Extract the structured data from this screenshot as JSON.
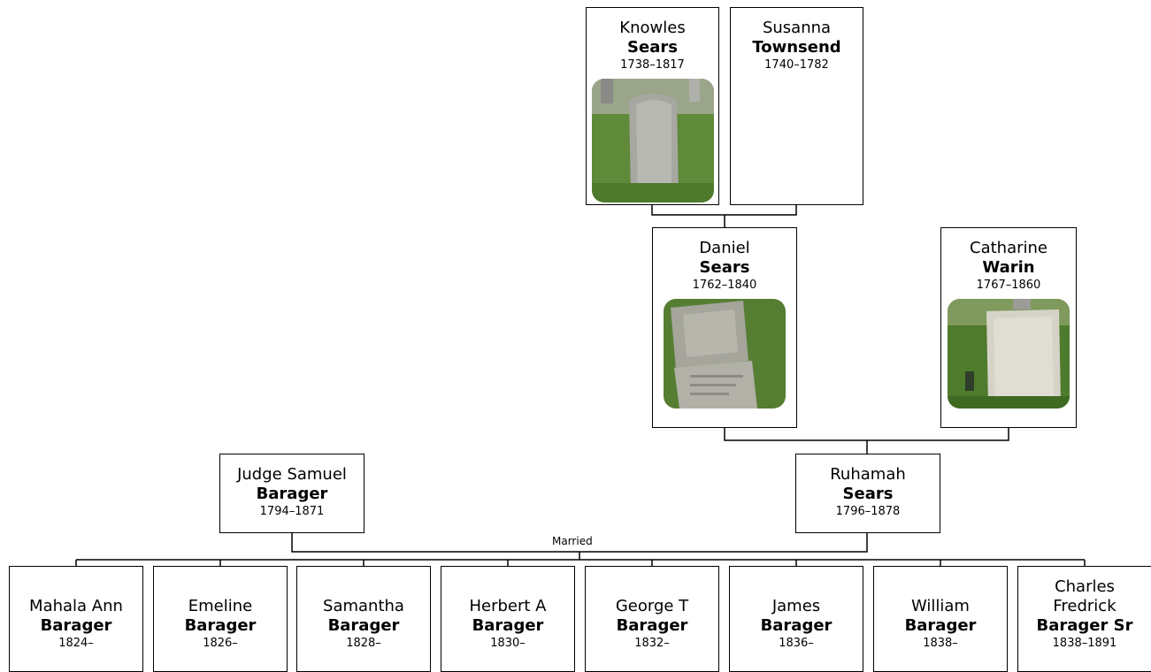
{
  "people": {
    "knowles": {
      "given": "Knowles",
      "surname": "Sears",
      "dates": "1738–1817"
    },
    "susanna": {
      "given": "Susanna",
      "surname": "Townsend",
      "dates": "1740–1782"
    },
    "daniel": {
      "given": "Daniel",
      "surname": "Sears",
      "dates": "1762–1840"
    },
    "catharine": {
      "given": "Catharine",
      "surname": "Warin",
      "dates": "1767–1860"
    },
    "samuel": {
      "given": "Judge Samuel",
      "surname": "Barager",
      "dates": "1794–1871"
    },
    "ruhamah": {
      "given": "Ruhamah",
      "surname": "Sears",
      "dates": "1796–1878"
    }
  },
  "marriage_label": "Married",
  "children": [
    {
      "given": "Mahala Ann",
      "surname": "Barager",
      "dates": "1824–"
    },
    {
      "given": "Emeline",
      "surname": "Barager",
      "dates": "1826–"
    },
    {
      "given": "Samantha",
      "surname": "Barager",
      "dates": "1828–"
    },
    {
      "given": "Herbert A",
      "surname": "Barager",
      "dates": "1830–"
    },
    {
      "given": "George T",
      "surname": "Barager",
      "dates": "1832–"
    },
    {
      "given": "James",
      "surname": "Barager",
      "dates": "1836–"
    },
    {
      "given": "William",
      "surname": "Barager",
      "dates": "1838–"
    },
    {
      "given": "Charles Fredrick",
      "surname": "Barager Sr",
      "dates": "1838–1891"
    }
  ]
}
